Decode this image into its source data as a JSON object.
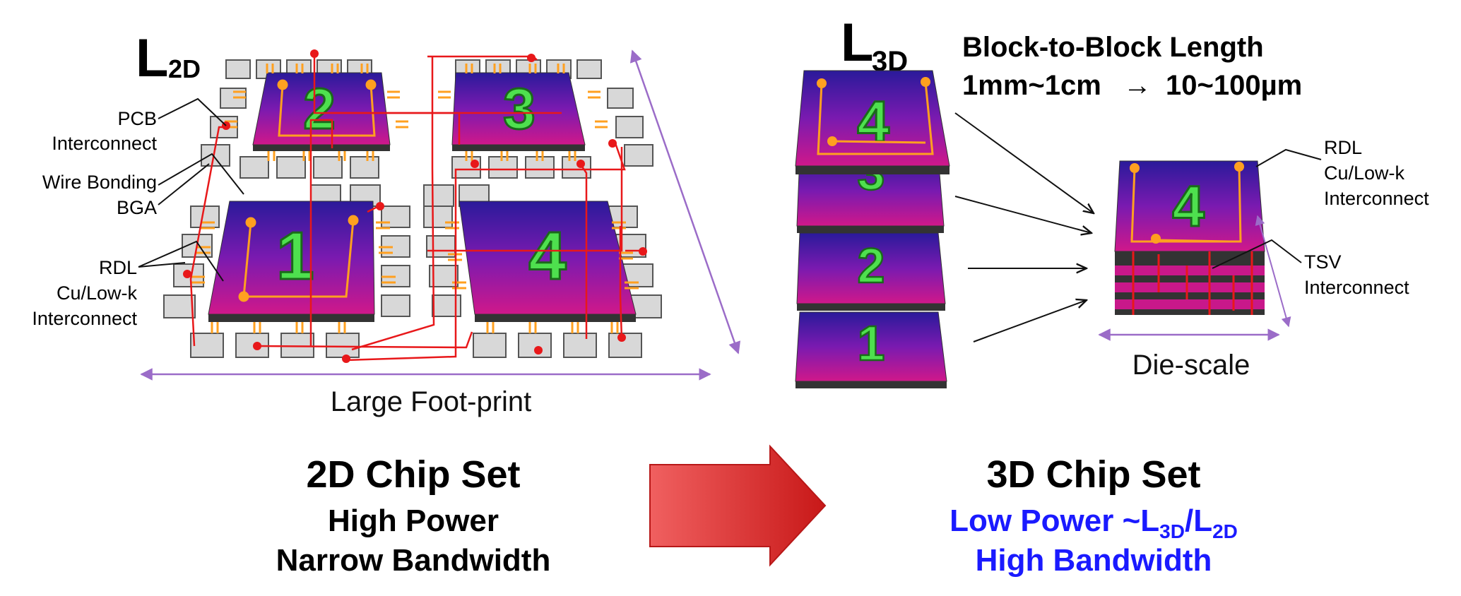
{
  "left_panel": {
    "l_symbol": "L",
    "l_subscript": "2D",
    "chips": [
      {
        "number": "2"
      },
      {
        "number": "3"
      },
      {
        "number": "1"
      },
      {
        "number": "4"
      }
    ],
    "callouts": {
      "pcb_line1": "PCB",
      "pcb_line2": "Interconnect",
      "wire_bonding": "Wire Bonding",
      "bga": "BGA",
      "rdl_line1": "RDL",
      "rdl_line2": "Cu/Low-k",
      "rdl_line3": "Interconnect"
    },
    "footprint_label": "Large Foot-print"
  },
  "right_panel": {
    "l_symbol": "L",
    "l_subscript": "3D",
    "length_title": "Block-to-Block Length",
    "length_from": "1mm~1cm",
    "length_arrow": "→",
    "length_to": "10~100µm",
    "stack_layers": [
      {
        "number": "4"
      },
      {
        "number": "3"
      },
      {
        "number": "2"
      },
      {
        "number": "1"
      }
    ],
    "stacked_top_number": "4",
    "callouts": {
      "rdl_line1": "RDL",
      "rdl_line2": "Cu/Low-k",
      "rdl_line3": "Interconnect",
      "tsv_line1": "TSV",
      "tsv_line2": "Interconnect"
    },
    "die_scale_label": "Die-scale"
  },
  "bottom": {
    "left_title": "2D Chip Set",
    "left_line1": "High Power",
    "left_line2": "Narrow Bandwidth",
    "right_title": "3D Chip Set",
    "right_line1_prefix": "Low Power ~L",
    "right_line1_sub1": "3D",
    "right_line1_slash": "/L",
    "right_line1_sub2": "2D",
    "right_line2": "High Bandwidth"
  },
  "colors": {
    "chip_top": "#2a1a9a",
    "chip_bottom": "#d0188a",
    "number_green": "#4ee04e",
    "orange_wire": "#ffa020",
    "red_wire": "#e8181a",
    "pad_gray": "#d8d8d8",
    "purple_arrow": "#9b6cc8",
    "blue_text": "#1a1aff",
    "big_arrow": "#e83030"
  }
}
